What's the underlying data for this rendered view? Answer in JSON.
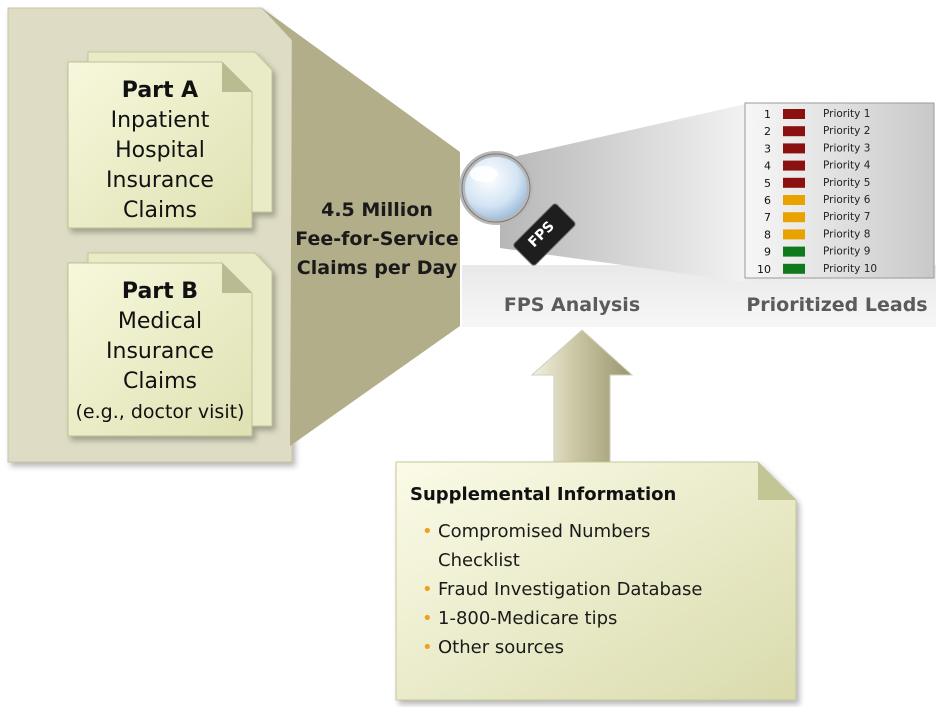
{
  "part_a": {
    "title": "Part A",
    "lines": [
      "Inpatient",
      "Hospital",
      "Insurance",
      "Claims"
    ]
  },
  "part_b": {
    "title": "Part B",
    "lines": [
      "Medical",
      "Insurance",
      "Claims",
      "(e.g., doctor visit)"
    ]
  },
  "claims_summary": [
    "4.5 Million",
    "Fee-for-Service",
    "Claims per Day"
  ],
  "magnifier": {
    "handle_text": "FPS",
    "caption": "FPS Analysis"
  },
  "leads": {
    "caption": "Prioritized Leads",
    "rows": [
      {
        "rank": "1",
        "label": "Priority 1",
        "color": "#8b1010"
      },
      {
        "rank": "2",
        "label": "Priority 2",
        "color": "#8b1010"
      },
      {
        "rank": "3",
        "label": "Priority 3",
        "color": "#8b1010"
      },
      {
        "rank": "4",
        "label": "Priority 4",
        "color": "#8b1010"
      },
      {
        "rank": "5",
        "label": "Priority 5",
        "color": "#8b1010"
      },
      {
        "rank": "6",
        "label": "Priority 6",
        "color": "#e8a300"
      },
      {
        "rank": "7",
        "label": "Priority 7",
        "color": "#e8a300"
      },
      {
        "rank": "8",
        "label": "Priority 8",
        "color": "#e8a300"
      },
      {
        "rank": "9",
        "label": "Priority 9",
        "color": "#0f7a1c"
      },
      {
        "rank": "10",
        "label": "Priority 10",
        "color": "#0f7a1c"
      }
    ]
  },
  "supplemental": {
    "title": "Supplemental Information",
    "items": [
      [
        "Compromised Numbers",
        "Checklist"
      ],
      [
        "Fraud Investigation Database"
      ],
      [
        "1-800-Medicare tips"
      ],
      [
        "Other sources"
      ]
    ]
  },
  "colors": {
    "panel": "#dedcc4",
    "funnel": "#b3ae8a",
    "document": "#eef0cc",
    "bullet": "#f0a020"
  }
}
